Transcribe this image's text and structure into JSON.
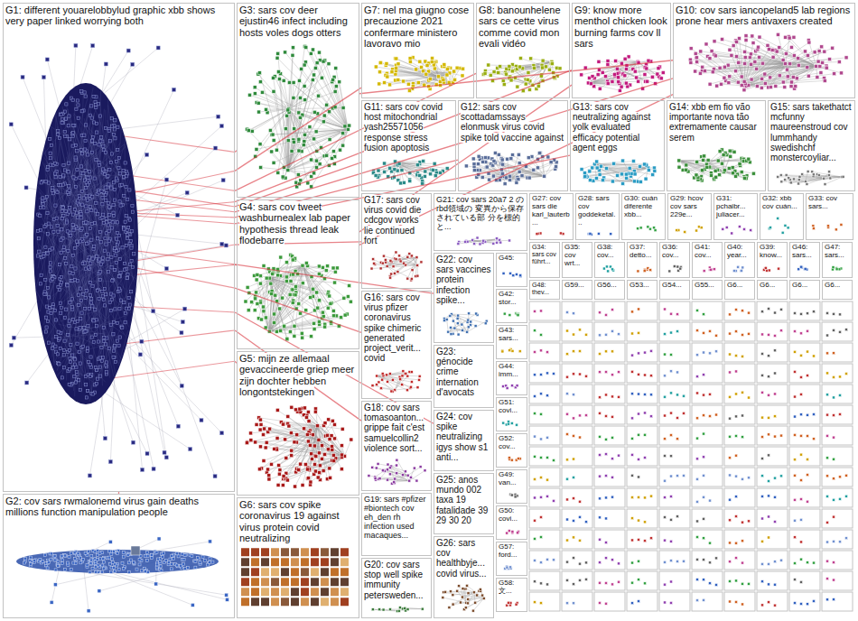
{
  "diagram": {
    "nodes": [
      {
        "text": [
          "G1: different youarelobbylud graphic xbb shows very paper linked worrying both"
        ]
      },
      {
        "text": [
          "G2: cov sars rwmalonemd virus gain deaths millions function manipulation people"
        ]
      },
      {
        "text": [
          "G3: sars cov deer ejustin46 infect including hosts voles dogs otters"
        ]
      },
      {
        "text": [
          "G4: sars cov tweet washburnealex lab paper hypothesis thread leak flodebarre"
        ]
      },
      {
        "text": [
          "G5: mijn ze allemaal gevaccineerde griep meer zijn dochter hebben longontstekingen"
        ]
      },
      {
        "text": [
          "G6: sars cov spike coronavirus 19 against virus protein covid neutralizing"
        ]
      },
      {
        "text": [
          "G7: nel ma giugno cose precauzione 2021 confermare ministero lavoravo mio"
        ]
      },
      {
        "text": [
          "G8: banounhelene sars ce cette virus comme covid mon evali vidéo"
        ]
      },
      {
        "text": [
          "G9: know more menthol chicken look burning farms cov ll sars"
        ]
      },
      {
        "text": [
          "G10: cov sars iancopeland5 lab regions prone hear mers antivaxers created"
        ]
      },
      {
        "text": [
          "G11: sars cov covid host mitochondrial yash25571056 response stress fusion apoptosis"
        ]
      },
      {
        "text": [
          "G12: sars cov scottadamssays elonmusk virus covid spike told vaccine against"
        ]
      },
      {
        "text": [
          "G13: sars cov neutralizing against yolk evaluated efficacy potential agent eggs"
        ]
      },
      {
        "text": [
          "G14: xbb em fio vão importante nova tão extremamente causar serem"
        ]
      },
      {
        "text": [
          "G15: sars takethatct mcfunny maureenstroud cov lummhandy swedishchf monstercoyliar..."
        ]
      },
      {
        "text": [
          "G17: sars cov virus covid die cdcgov works lie continued fort"
        ]
      },
      {
        "text": [
          "G21: cov sars 20a7 2 のrbd領域の 変異から保存 されている部 分を標的と..."
        ]
      },
      {
        "text": [
          "G27: cov sars die karl_lauterb..."
        ]
      },
      {
        "text": [
          "G28: sars cov goddeketal..."
        ]
      },
      {
        "text": [
          "G30: cuán diferente xbb..."
        ]
      },
      {
        "text": [
          "G29: hcov cov sars 229e..."
        ]
      },
      {
        "text": [
          "G31: pchaibr... juliacer..."
        ]
      },
      {
        "text": [
          "G32: xbb cov cuán..."
        ]
      },
      {
        "text": [
          "G33: cov sars..."
        ]
      },
      {
        "text": [
          "G16: sars cov virus pfizer coronavirus spike chimeric generated project_verit... covid"
        ]
      },
      {
        "text": [
          "G22: cov sars vaccines protein infection spike..."
        ]
      },
      {
        "text": [
          "G18: cov sars tomasoanton... grippe fait c'est samuelcollin2 violence sort..."
        ]
      },
      {
        "text": [
          "G23: génocide crime internation d'avocats"
        ]
      },
      {
        "text": [
          "G24: cov spike neutralizing igys show s1 anti..."
        ]
      },
      {
        "text": [
          "G19: sars #pfizer #biontech cov eh_den rh infection used macaques..."
        ]
      },
      {
        "text": [
          "G25: anos mundo 002 taxa 19 fatalidade 39 29 30 20"
        ]
      },
      {
        "text": [
          "G20: cov sars stop well spike immunity petersweden..."
        ]
      },
      {
        "text": [
          "G26: sars cov healthbyje... covid virus..."
        ]
      },
      {
        "text": [
          "G34: sars cov führt..."
        ]
      },
      {
        "text": [
          "G35: cov wrt..."
        ]
      },
      {
        "text": [
          "G38: cov..."
        ]
      },
      {
        "text": [
          "G37: detto..."
        ]
      },
      {
        "text": [
          "G36: cov..."
        ]
      },
      {
        "text": [
          "G41: cov..."
        ]
      },
      {
        "text": [
          "G40: year..."
        ]
      },
      {
        "text": [
          "G39: know..."
        ]
      },
      {
        "text": [
          "G46: sars..."
        ]
      },
      {
        "text": [
          "G47: sars..."
        ]
      },
      {
        "text": [
          "G48: thev..."
        ]
      },
      {
        "text": [
          "G59..."
        ]
      },
      {
        "text": [
          "G56..."
        ]
      },
      {
        "text": [
          "G53..."
        ]
      },
      {
        "text": [
          "G54..."
        ]
      },
      {
        "text": [
          "G55..."
        ]
      },
      {
        "text": [
          "G6..."
        ]
      },
      {
        "text": [
          "G6..."
        ]
      },
      {
        "text": [
          "G6..."
        ]
      },
      {
        "text": [
          "G6..."
        ]
      },
      {
        "text": [
          "G45:"
        ]
      },
      {
        "text": [
          "G42: stor..."
        ]
      },
      {
        "text": [
          "G43: sars..."
        ]
      },
      {
        "text": [
          "G44: imm..."
        ]
      },
      {
        "text": [
          "G51: covi..."
        ]
      },
      {
        "text": [
          "G52: cov..."
        ]
      },
      {
        "text": [
          "G49: van..."
        ]
      },
      {
        "text": [
          "G50: covi..."
        ]
      },
      {
        "text": [
          "G57: ford..."
        ]
      },
      {
        "text": [
          "G58: 文..."
        ]
      }
    ],
    "edges": [
      {
        "from": 0,
        "to": 2,
        "arrow": "none"
      },
      {
        "from": 0,
        "to": 3,
        "arrow": "none"
      },
      {
        "from": 0,
        "to": 4,
        "arrow": "none"
      },
      {
        "from": 0,
        "to": 6,
        "arrow": "none"
      },
      {
        "from": 0,
        "to": 7,
        "arrow": "none"
      },
      {
        "from": 0,
        "to": 8,
        "arrow": "none"
      },
      {
        "from": 0,
        "to": 9,
        "arrow": "none"
      },
      {
        "from": 0,
        "to": 10,
        "arrow": "none"
      },
      {
        "from": 0,
        "to": 11,
        "arrow": "none"
      },
      {
        "from": 0,
        "to": 12,
        "arrow": "none"
      },
      {
        "from": 0,
        "to": 15,
        "arrow": "none"
      },
      {
        "from": 0,
        "to": 24,
        "arrow": "none"
      },
      {
        "from": 0,
        "to": 26,
        "arrow": "none"
      },
      {
        "from": 0,
        "to": 25,
        "arrow": "none"
      },
      {
        "from": 0,
        "to": 28,
        "arrow": "none"
      },
      {
        "from": 1,
        "to": 0,
        "arrow": "none"
      },
      {
        "from": 3,
        "to": 8,
        "arrow": "none"
      },
      {
        "from": 3,
        "to": 9,
        "arrow": "none"
      },
      {
        "from": 2,
        "to": 9,
        "arrow": "none"
      }
    ]
  }
}
